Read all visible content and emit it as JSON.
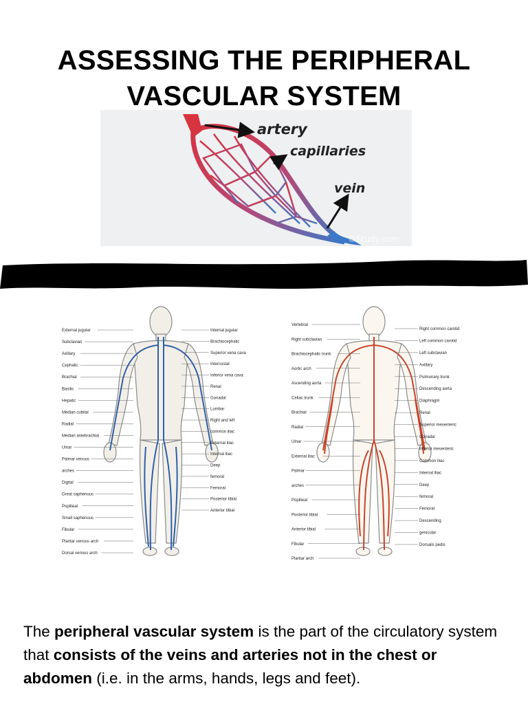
{
  "title": {
    "line1": "ASSESSING THE PERIPHERAL",
    "line2": "VASCULAR SYSTEM"
  },
  "capillary_figure": {
    "label_artery": "artery",
    "label_capillaries": "capillaries",
    "label_vein": "vein",
    "watermark": "©Study.com",
    "colors": {
      "artery": "#d8333f",
      "vein": "#3b78c8"
    }
  },
  "redaction_bar": {
    "color": "#000000"
  },
  "venous_figure": {
    "labels_left": [
      "External jugular",
      "Subclavian",
      "Axillary",
      "Cephalic",
      "Brachial",
      "Basilic",
      "Hepatic",
      "Median cubital",
      "Radial",
      "Median antebrachial",
      "Ulnar",
      "Palmar venous",
      "arches",
      "Digital",
      "Great saphenous",
      "Popliteal",
      "Small saphenous",
      "Fibular",
      "Plantar venous arch",
      "Dorsal venous arch"
    ],
    "labels_right": [
      "Internal jugular",
      "Brachiocephalic",
      "Superior vena cava",
      "Intercostal",
      "Inferior vena cava",
      "Renal",
      "Gonadal",
      "Lumbar",
      "Right and left",
      "common iliac",
      "External iliac",
      "Internal iliac",
      "Deep",
      "femoral",
      "Femoral",
      "Posterior tibial",
      "Anterior tibial"
    ]
  },
  "arterial_figure": {
    "labels_left": [
      "Vertebral",
      "Right subclavian",
      "Brachiocephalic trunk",
      "Aortic arch",
      "Ascending aorta",
      "Celiac trunk",
      "Brachial",
      "Radial",
      "Ulnar",
      "External iliac",
      "Palmar",
      "arches",
      "Popliteal",
      "Posterior tibial",
      "Anterior tibial",
      "Fibular",
      "Plantar arch"
    ],
    "labels_right": [
      "Right common carotid",
      "Left common carotid",
      "Left subclavian",
      "Axillary",
      "Pulmonary trunk",
      "Descending aorta",
      "Diaphragm",
      "Renal",
      "Superior mesenteric",
      "Gonadal",
      "Inferior mesenteric",
      "Common iliac",
      "Internal iliac",
      "Deep",
      "femoral",
      "Femoral",
      "Descending",
      "genicular",
      "Dorsalis pedis"
    ]
  },
  "paragraph": {
    "t1": "The ",
    "b1": "peripheral vascular system",
    "t2": " is the part of the circulatory system that ",
    "b2": "consists of the veins and arteries not in the chest or abdomen",
    "t3": " (i.e. in the arms, hands, legs and feet)."
  }
}
